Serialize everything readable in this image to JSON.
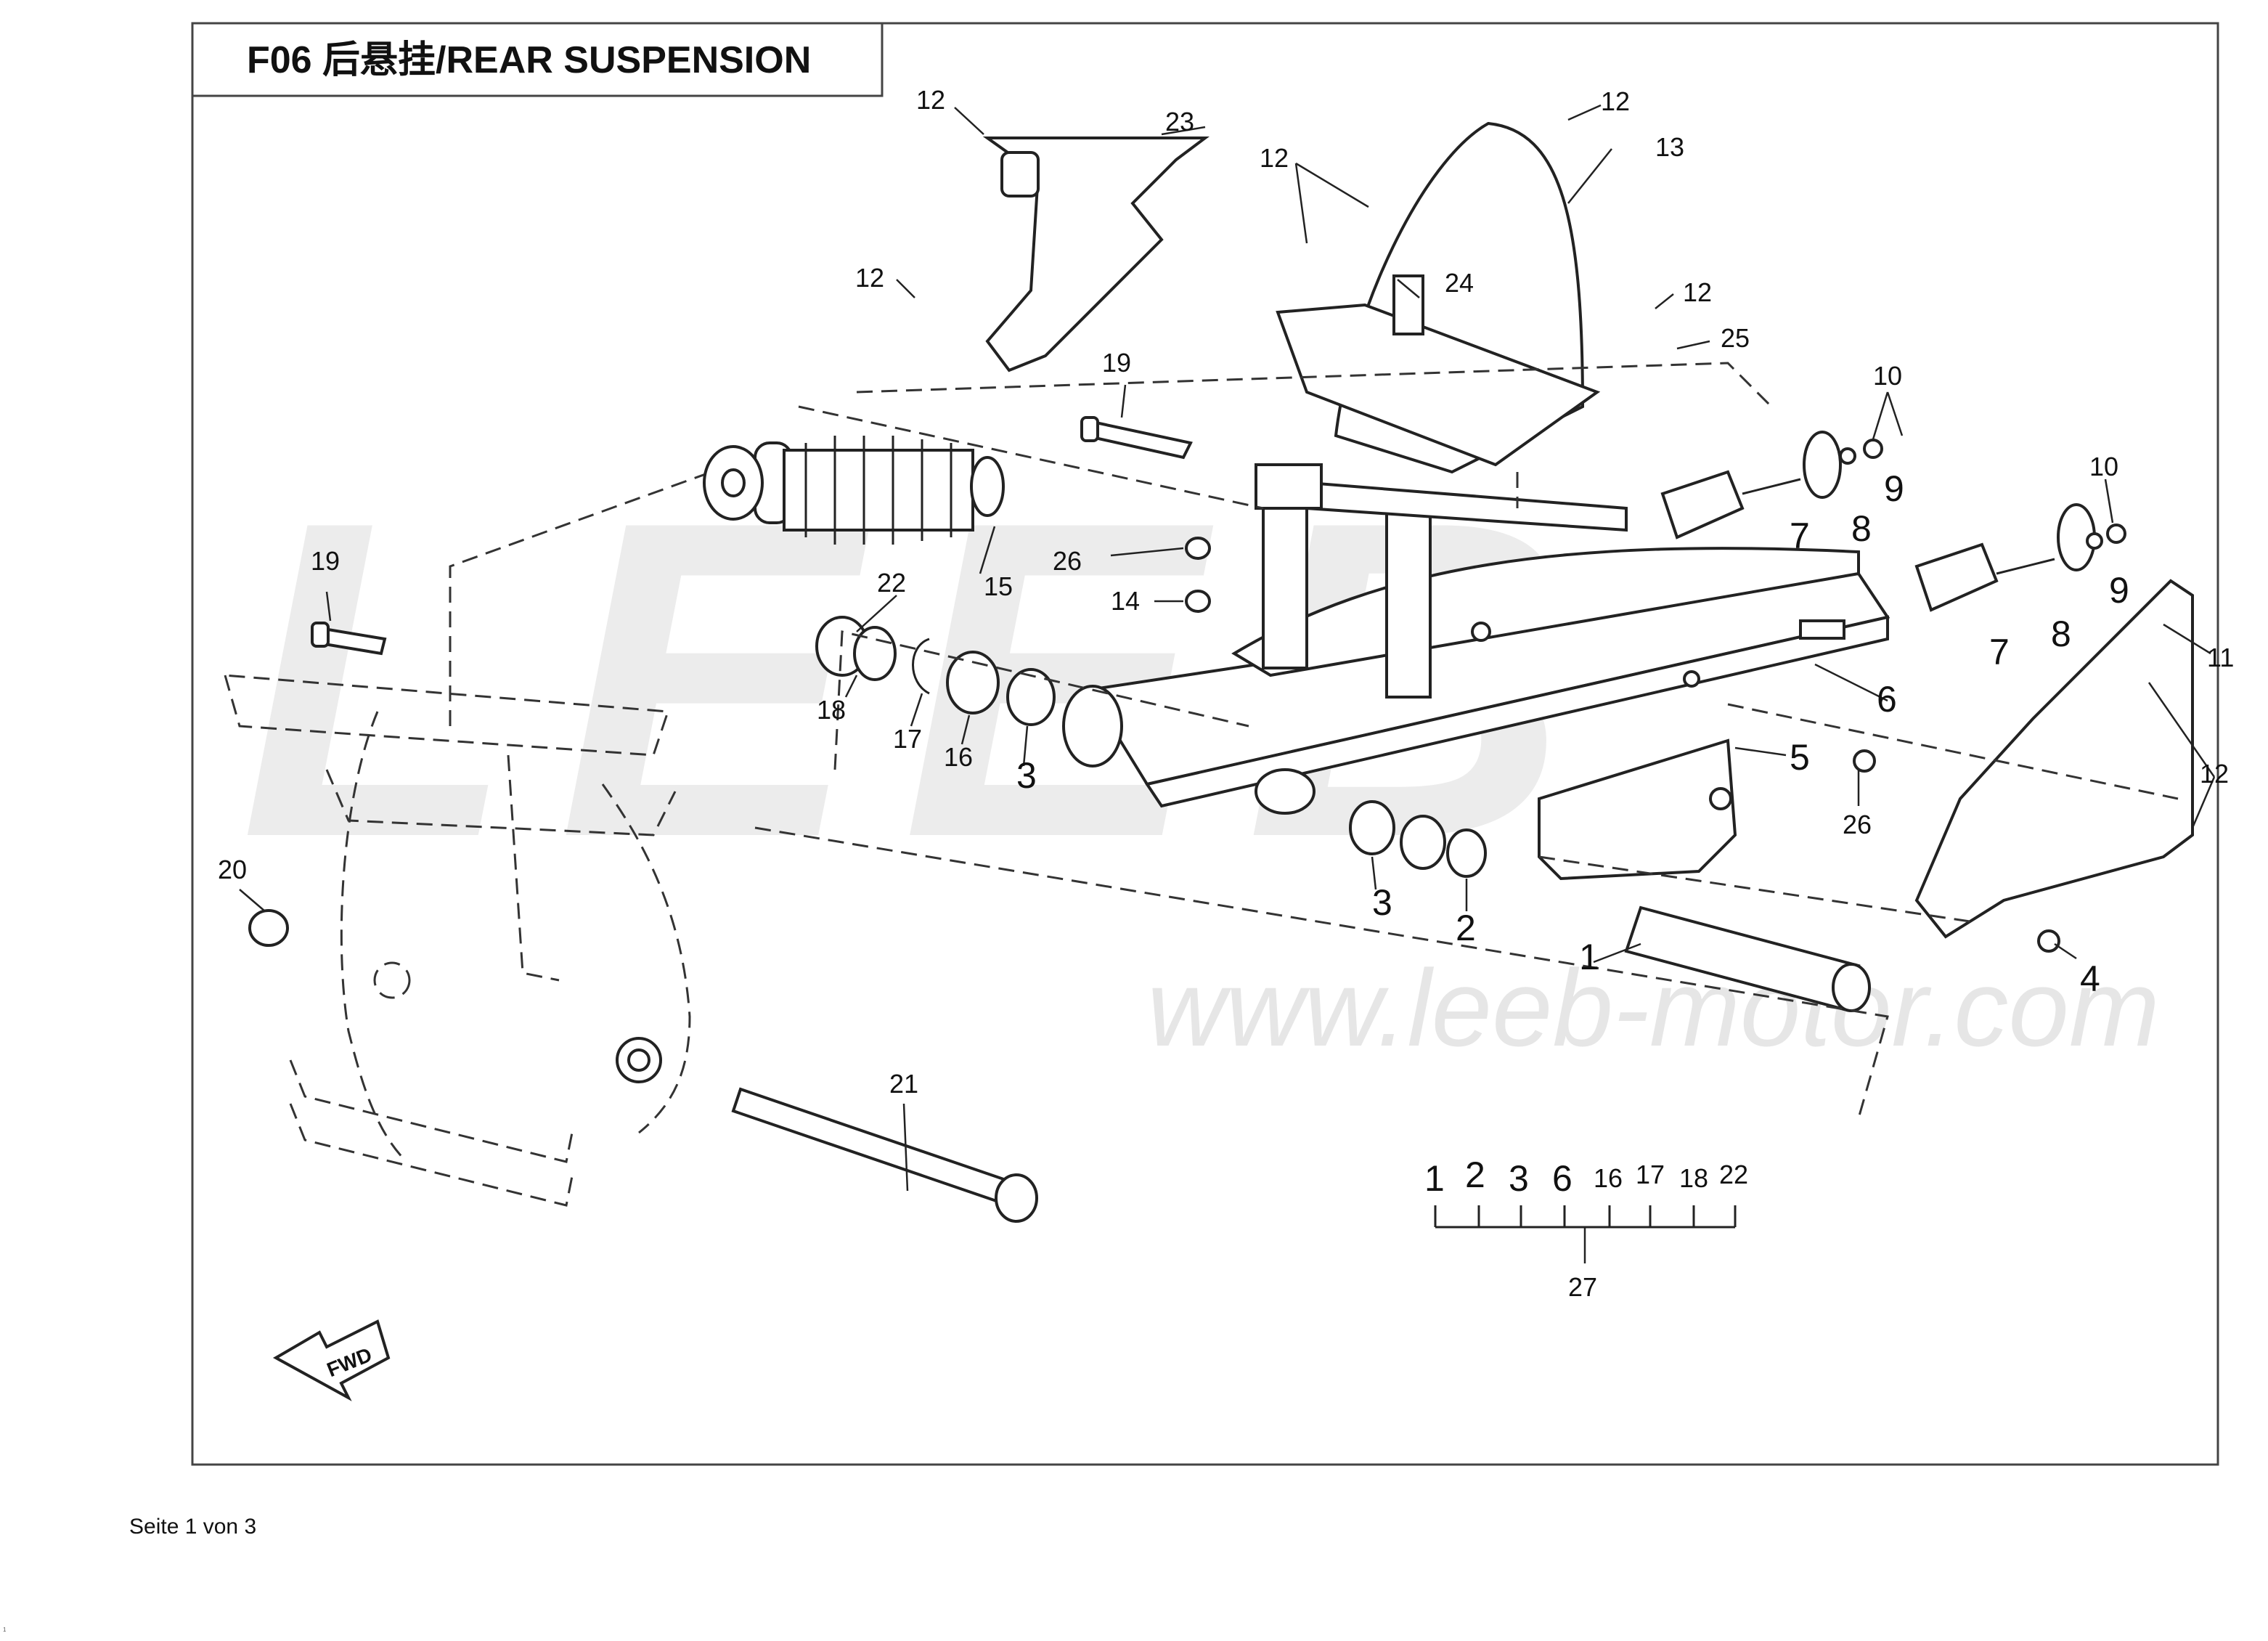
{
  "title": "F06 后悬挂/REAR SUSPENSION",
  "watermark": {
    "big_letters": "LEEB",
    "url": "www.leeb-motor.com",
    "color": "#e6e6e6"
  },
  "fwd_arrow_label": "FWD",
  "footer": "Seite 1 von 3",
  "corner_mark": "1",
  "callouts": [
    {
      "id": "c1",
      "text": "1"
    },
    {
      "id": "c2",
      "text": "2"
    },
    {
      "id": "c3a",
      "text": "3"
    },
    {
      "id": "c3b",
      "text": "3"
    },
    {
      "id": "c4",
      "text": "4"
    },
    {
      "id": "c5",
      "text": "5"
    },
    {
      "id": "c6",
      "text": "6"
    },
    {
      "id": "c7a",
      "text": "7"
    },
    {
      "id": "c7b",
      "text": "7"
    },
    {
      "id": "c8a",
      "text": "8"
    },
    {
      "id": "c8b",
      "text": "8"
    },
    {
      "id": "c9a",
      "text": "9"
    },
    {
      "id": "c9b",
      "text": "9"
    },
    {
      "id": "c10a",
      "text": "10"
    },
    {
      "id": "c10b",
      "text": "10"
    },
    {
      "id": "c11",
      "text": "11"
    },
    {
      "id": "c12a",
      "text": "12"
    },
    {
      "id": "c12b",
      "text": "12"
    },
    {
      "id": "c12c",
      "text": "12"
    },
    {
      "id": "c12d",
      "text": "12"
    },
    {
      "id": "c12e",
      "text": "12"
    },
    {
      "id": "c12f",
      "text": "12"
    },
    {
      "id": "c13",
      "text": "13"
    },
    {
      "id": "c14",
      "text": "14"
    },
    {
      "id": "c15",
      "text": "15"
    },
    {
      "id": "c16",
      "text": "16"
    },
    {
      "id": "c17",
      "text": "17"
    },
    {
      "id": "c18",
      "text": "18"
    },
    {
      "id": "c19a",
      "text": "19"
    },
    {
      "id": "c19b",
      "text": "19"
    },
    {
      "id": "c20",
      "text": "20"
    },
    {
      "id": "c21",
      "text": "21"
    },
    {
      "id": "c22",
      "text": "22"
    },
    {
      "id": "c23",
      "text": "23"
    },
    {
      "id": "c24",
      "text": "24"
    },
    {
      "id": "c25",
      "text": "25"
    },
    {
      "id": "c26a",
      "text": "26"
    },
    {
      "id": "c26b",
      "text": "26"
    },
    {
      "id": "c27",
      "text": "27"
    }
  ],
  "kit_group": {
    "members": [
      "1",
      "2",
      "3",
      "6",
      "16",
      "17",
      "18",
      "22"
    ],
    "label": "27"
  }
}
